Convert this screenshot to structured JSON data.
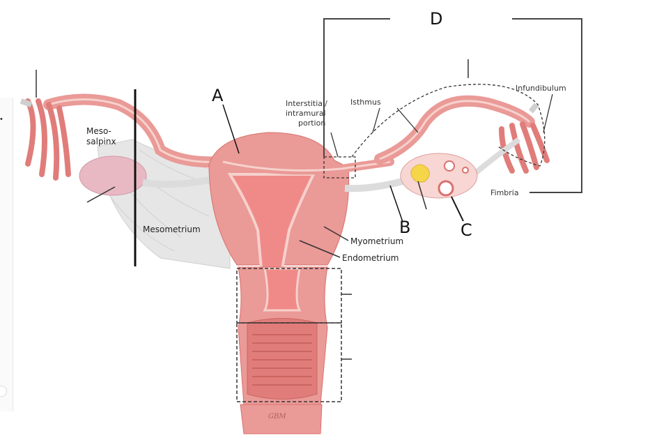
{
  "letters": {
    "a": "A",
    "b": "B",
    "c": "C",
    "d": "D"
  },
  "labels": {
    "mesosalpinx_line1": "Meso-",
    "mesosalpinx_line2": "salpinx",
    "mesometrium": "Mesometrium",
    "interstitial_line1": "Interstitial/",
    "interstitial_line2": "intramural",
    "interstitial_line3": "portion",
    "isthmus": "Isthmus",
    "infundibulum": "Infundibulum",
    "fimbria": "Fimbria",
    "myometrium": "Myometrium",
    "endometrium": "Endometrium"
  },
  "watermark": "GBM",
  "colors": {
    "tissue": "#ea9a97",
    "tissue_dark": "#d9706d",
    "lining": "#f6d1cc",
    "ovary": "#e8b9c3",
    "ligament": "#e3e3e3",
    "follicle_yellow": "#f5d54a"
  }
}
